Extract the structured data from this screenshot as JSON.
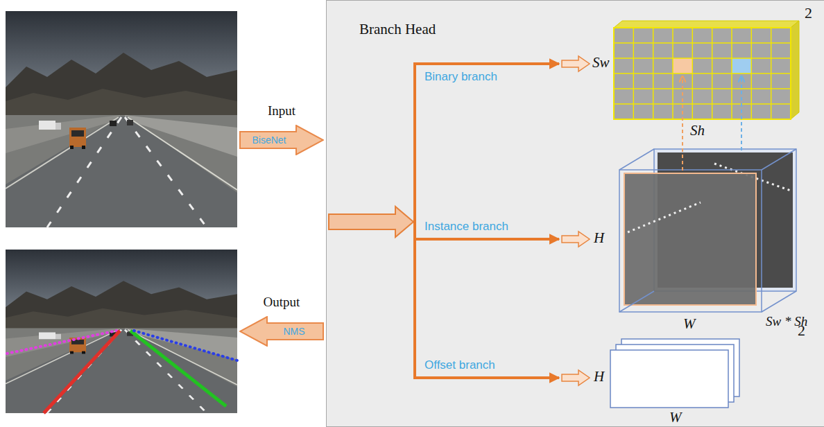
{
  "diagram": {
    "nodes": [
      {
        "text": [
          "Input",
          "BiseNet"
        ]
      },
      {
        "text": [
          "Output",
          "NMS"
        ]
      },
      {
        "text": [
          "Branch Head"
        ]
      }
    ],
    "labels": [
      "Binary branch",
      "Instance branch",
      "Offset branch",
      "Sw",
      "2",
      "Sh",
      "H",
      "Sw * Sh",
      "W",
      "H",
      "2",
      "W"
    ]
  }
}
